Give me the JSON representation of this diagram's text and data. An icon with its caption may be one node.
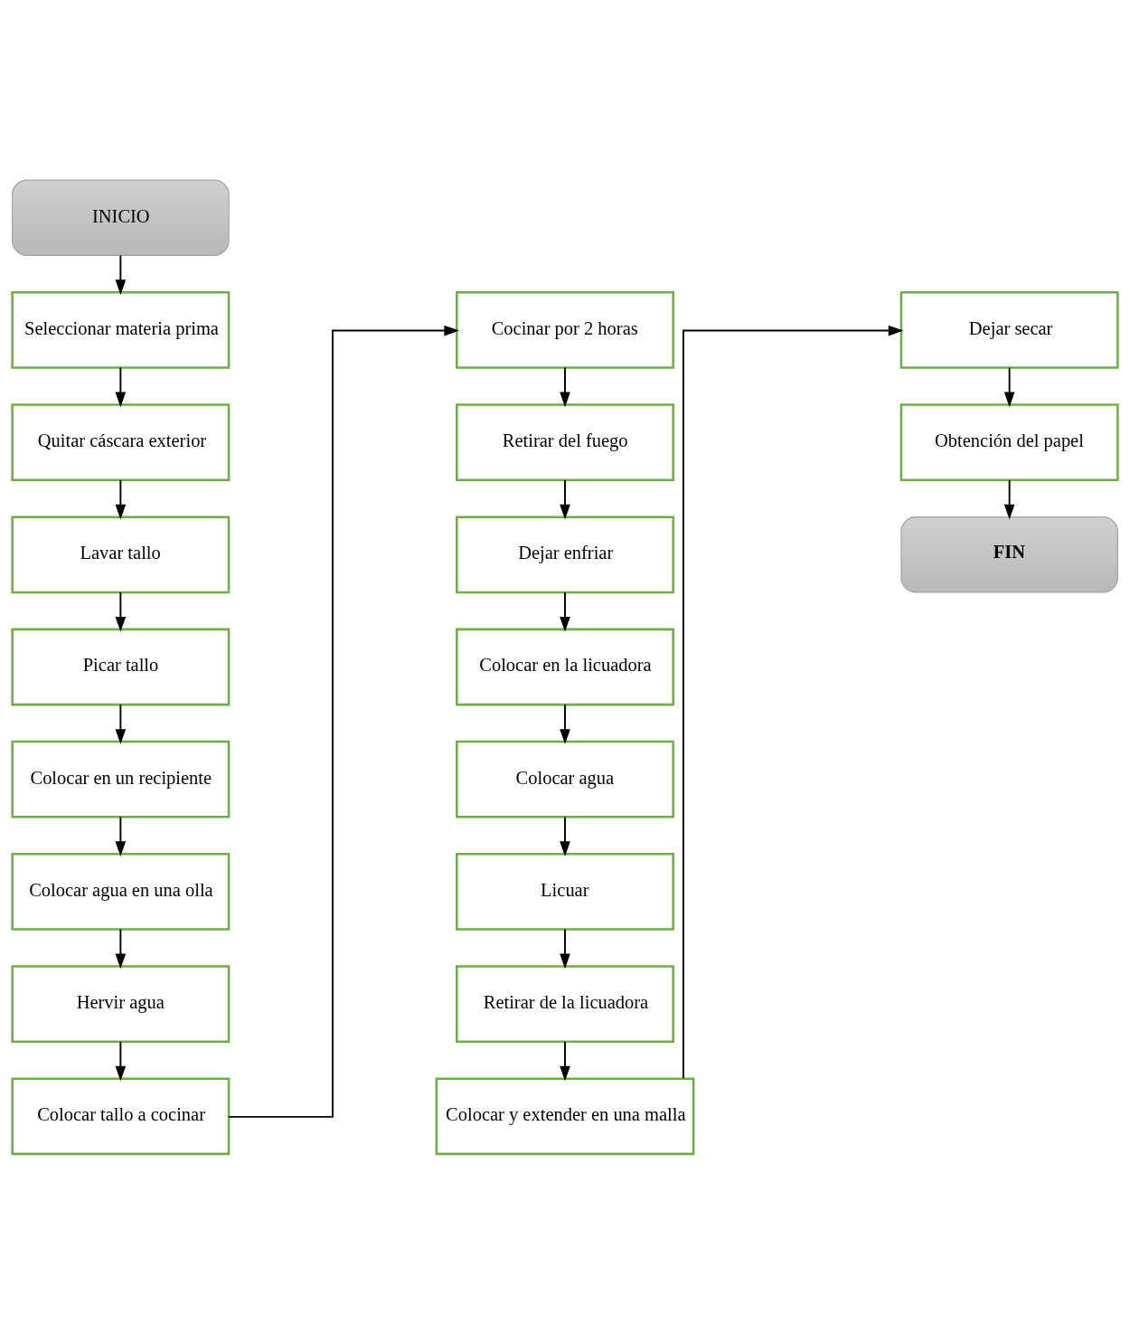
{
  "diagram": {
    "nodes": [
      {
        "text": [
          "INICIO"
        ]
      },
      {
        "text": [
          "Seleccionar materia prima"
        ]
      },
      {
        "text": [
          "Quitar cáscara exterior"
        ]
      },
      {
        "text": [
          "Lavar tallo"
        ]
      },
      {
        "text": [
          "Picar tallo"
        ]
      },
      {
        "text": [
          "Colocar en un recipiente"
        ]
      },
      {
        "text": [
          "Colocar agua en una olla"
        ]
      },
      {
        "text": [
          "Hervir agua"
        ]
      },
      {
        "text": [
          "Colocar tallo a cocinar"
        ]
      },
      {
        "text": [
          "Cocinar por 2 horas"
        ]
      },
      {
        "text": [
          "Retirar del fuego"
        ]
      },
      {
        "text": [
          "Dejar enfriar"
        ]
      },
      {
        "text": [
          "Colocar en la licuadora"
        ]
      },
      {
        "text": [
          "Colocar agua"
        ]
      },
      {
        "text": [
          "Licuar"
        ]
      },
      {
        "text": [
          "Retirar de la licuadora"
        ]
      },
      {
        "text": [
          "Colocar y extender en una malla"
        ]
      },
      {
        "text": [
          "Dejar secar"
        ]
      },
      {
        "text": [
          "Obtención del papel"
        ]
      },
      {
        "text": [
          "FIN"
        ]
      }
    ],
    "edges": [
      {
        "from": 0,
        "to": 1,
        "arrow": "to"
      },
      {
        "from": 1,
        "to": 2,
        "arrow": "to"
      },
      {
        "from": 2,
        "to": 3,
        "arrow": "to"
      },
      {
        "from": 3,
        "to": 4,
        "arrow": "to"
      },
      {
        "from": 4,
        "to": 5,
        "arrow": "to"
      },
      {
        "from": 5,
        "to": 6,
        "arrow": "to"
      },
      {
        "from": 6,
        "to": 7,
        "arrow": "to"
      },
      {
        "from": 7,
        "to": 8,
        "arrow": "to"
      },
      {
        "from": 8,
        "to": 9,
        "arrow": "to"
      },
      {
        "from": 9,
        "to": 10,
        "arrow": "to"
      },
      {
        "from": 10,
        "to": 11,
        "arrow": "to"
      },
      {
        "from": 11,
        "to": 12,
        "arrow": "to"
      },
      {
        "from": 12,
        "to": 13,
        "arrow": "to"
      },
      {
        "from": 13,
        "to": 14,
        "arrow": "to"
      },
      {
        "from": 14,
        "to": 15,
        "arrow": "to"
      },
      {
        "from": 15,
        "to": 16,
        "arrow": "to"
      },
      {
        "from": 16,
        "to": 17,
        "arrow": "to"
      },
      {
        "from": 17,
        "to": 18,
        "arrow": "to"
      },
      {
        "from": 18,
        "to": 19,
        "arrow": "to"
      }
    ]
  }
}
